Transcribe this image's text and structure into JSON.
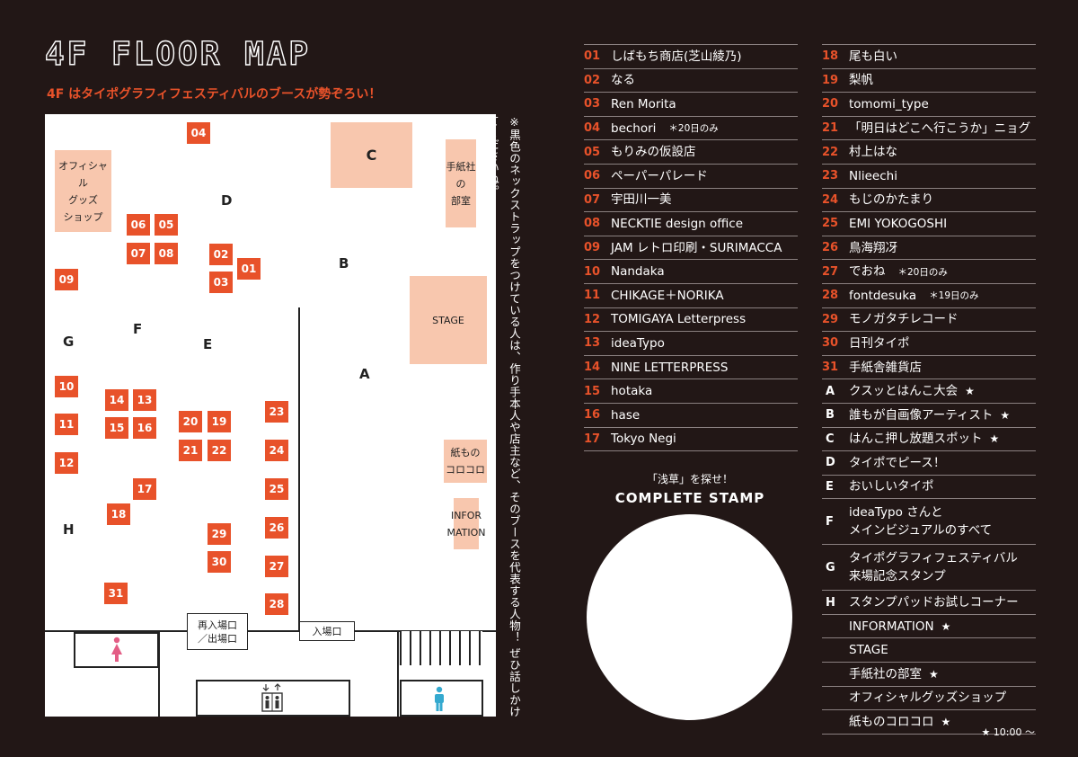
{
  "title": "4F FLOOR MAP",
  "subtitle": "4F はタイポグラフィフェスティバルのブースが勢ぞろい！",
  "vertical_note": "※黒色のネックストラップをつけている人は、作り手本人や店主など、そのブースを代表する人物！ ぜひ話しかけてくださいね。",
  "colors": {
    "background": "#221716",
    "accent": "#e8522a",
    "zone": "#f8c7ae",
    "map": "#ffffff"
  },
  "map": {
    "zones": {
      "c": "C",
      "shop": "オフィシャル\nグッズ\nショップ",
      "tegami": "手紙社の\n部室",
      "stage": "STAGE",
      "kami": "紙もの\nコロコロ",
      "info": "INFOR\nMATION"
    },
    "areas": {
      "a": "A",
      "b": "B",
      "d": "D",
      "e": "E",
      "f": "F",
      "g": "G",
      "h": "H"
    },
    "booths": {
      "b01": "01",
      "b02": "02",
      "b03": "03",
      "b04": "04",
      "b05": "05",
      "b06": "06",
      "b07": "07",
      "b08": "08",
      "b09": "09",
      "b10": "10",
      "b11": "11",
      "b12": "12",
      "b13": "13",
      "b14": "14",
      "b15": "15",
      "b16": "16",
      "b17": "17",
      "b18": "18",
      "b19": "19",
      "b20": "20",
      "b21": "21",
      "b22": "22",
      "b23": "23",
      "b24": "24",
      "b25": "25",
      "b26": "26",
      "b27": "27",
      "b28": "28",
      "b29": "29",
      "b30": "30",
      "b31": "31"
    },
    "reentry": "再入場口\n／出場口",
    "entrance": "入場口",
    "icons": {
      "women": "women-restroom-icon",
      "men": "men-restroom-icon",
      "elevator": "elevator-icon"
    }
  },
  "legend_left": [
    {
      "num": "01",
      "name": "しばもち商店(芝山綾乃)"
    },
    {
      "num": "02",
      "name": "なる"
    },
    {
      "num": "03",
      "name": "Ren Morita"
    },
    {
      "num": "04",
      "name": "bechori",
      "note": "＊20日のみ"
    },
    {
      "num": "05",
      "name": "もりみの仮設店"
    },
    {
      "num": "06",
      "name": "ペーパーパレード"
    },
    {
      "num": "07",
      "name": "宇田川一美"
    },
    {
      "num": "08",
      "name": "NECKTIE design office"
    },
    {
      "num": "09",
      "name": "JAM レトロ印刷・SURIMACCA"
    },
    {
      "num": "10",
      "name": "Nandaka"
    },
    {
      "num": "11",
      "name": "CHIKAGE＋NORIKA"
    },
    {
      "num": "12",
      "name": "TOMIGAYA Letterpress"
    },
    {
      "num": "13",
      "name": "ideaTypo"
    },
    {
      "num": "14",
      "name": "NINE LETTERPRESS"
    },
    {
      "num": "15",
      "name": "hotaka"
    },
    {
      "num": "16",
      "name": "hase"
    },
    {
      "num": "17",
      "name": "Tokyo Negi"
    }
  ],
  "legend_right": [
    {
      "num": "18",
      "name": "尾も白い"
    },
    {
      "num": "19",
      "name": "梨帆"
    },
    {
      "num": "20",
      "name": "tomomi_type"
    },
    {
      "num": "21",
      "name": "「明日はどこへ行こうか」ニョグ"
    },
    {
      "num": "22",
      "name": "村上はな"
    },
    {
      "num": "23",
      "name": "Nlieechi"
    },
    {
      "num": "24",
      "name": "もじのかたまり"
    },
    {
      "num": "25",
      "name": "EMI YOKOGOSHI"
    },
    {
      "num": "26",
      "name": "鳥海翔冴"
    },
    {
      "num": "27",
      "name": "でおね",
      "note": "＊20日のみ"
    },
    {
      "num": "28",
      "name": "fontdesuka",
      "note": "＊19日のみ"
    },
    {
      "num": "29",
      "name": "モノガタチレコード"
    },
    {
      "num": "30",
      "name": "日刊タイポ"
    },
    {
      "num": "31",
      "name": "手紙舎雑貨店"
    },
    {
      "num": "A",
      "name": "クスッとはんこ大会",
      "star": "★"
    },
    {
      "num": "B",
      "name": "誰もが自画像アーティスト",
      "star": "★"
    },
    {
      "num": "C",
      "name": "はんこ押し放題スポット",
      "star": "★"
    },
    {
      "num": "D",
      "name": "タイポでピース！"
    },
    {
      "num": "E",
      "name": "おいしいタイポ"
    },
    {
      "num": "F",
      "name": "ideaTypo さんと\nメインビジュアルのすべて"
    },
    {
      "num": "G",
      "name": "タイポグラフィフェスティバル\n来場記念スタンプ"
    },
    {
      "num": "H",
      "name": "スタンプパッドお試しコーナー"
    },
    {
      "num": "",
      "name": "INFORMATION",
      "star": "★"
    },
    {
      "num": "",
      "name": "STAGE"
    },
    {
      "num": "",
      "name": "手紙社の部室",
      "star": "★"
    },
    {
      "num": "",
      "name": "オフィシャルグッズショップ"
    },
    {
      "num": "",
      "name": "紙ものコロコロ",
      "star": "★"
    }
  ],
  "stamp": {
    "label": "「浅草」を探せ！",
    "title": "COMPLETE STAMP"
  },
  "footnote": "★ 10:00 〜"
}
